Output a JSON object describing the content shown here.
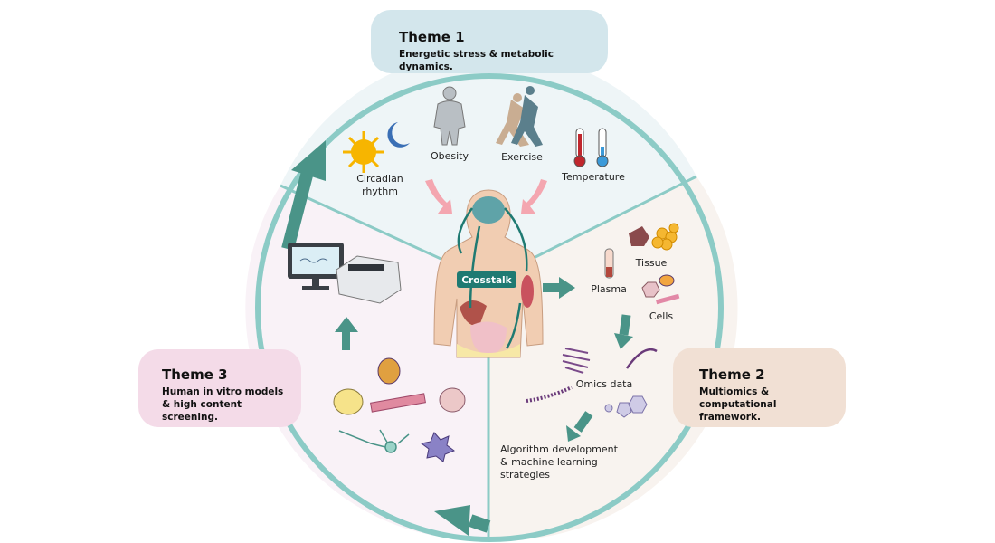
{
  "themes": [
    {
      "title": "Theme 1",
      "subtitle": "Energetic stress & metabolic dynamics.",
      "color": "#d3e6ec"
    },
    {
      "title": "Theme 2",
      "subtitle": "Multiomics & computational framework.",
      "color": "#f1e0d4"
    },
    {
      "title": "Theme 3",
      "subtitle": "Human in vitro models & high content screening.",
      "color": "#f4dbe8"
    }
  ],
  "theme1_items": {
    "circadian": "Circadian",
    "rhythm": "rhythm",
    "obesity": "Obesity",
    "exercise": "Exercise",
    "temperature": "Temperature"
  },
  "center": {
    "crosstalk": "Crosstalk"
  },
  "theme2_items": {
    "tissue": "Tissue",
    "plasma": "Plasma",
    "cells": "Cells",
    "omics": "Omics data",
    "algo1": "Algorithm development",
    "algo2": "& machine learning",
    "algo3": "strategies"
  },
  "colors": {
    "ring": "#8ccbc6",
    "arrow": "#4a9488",
    "sector1": "#eef5f7",
    "sector2": "#f8f3ef",
    "sector3": "#f9f2f7",
    "crosstalk": "#1f7a72"
  }
}
